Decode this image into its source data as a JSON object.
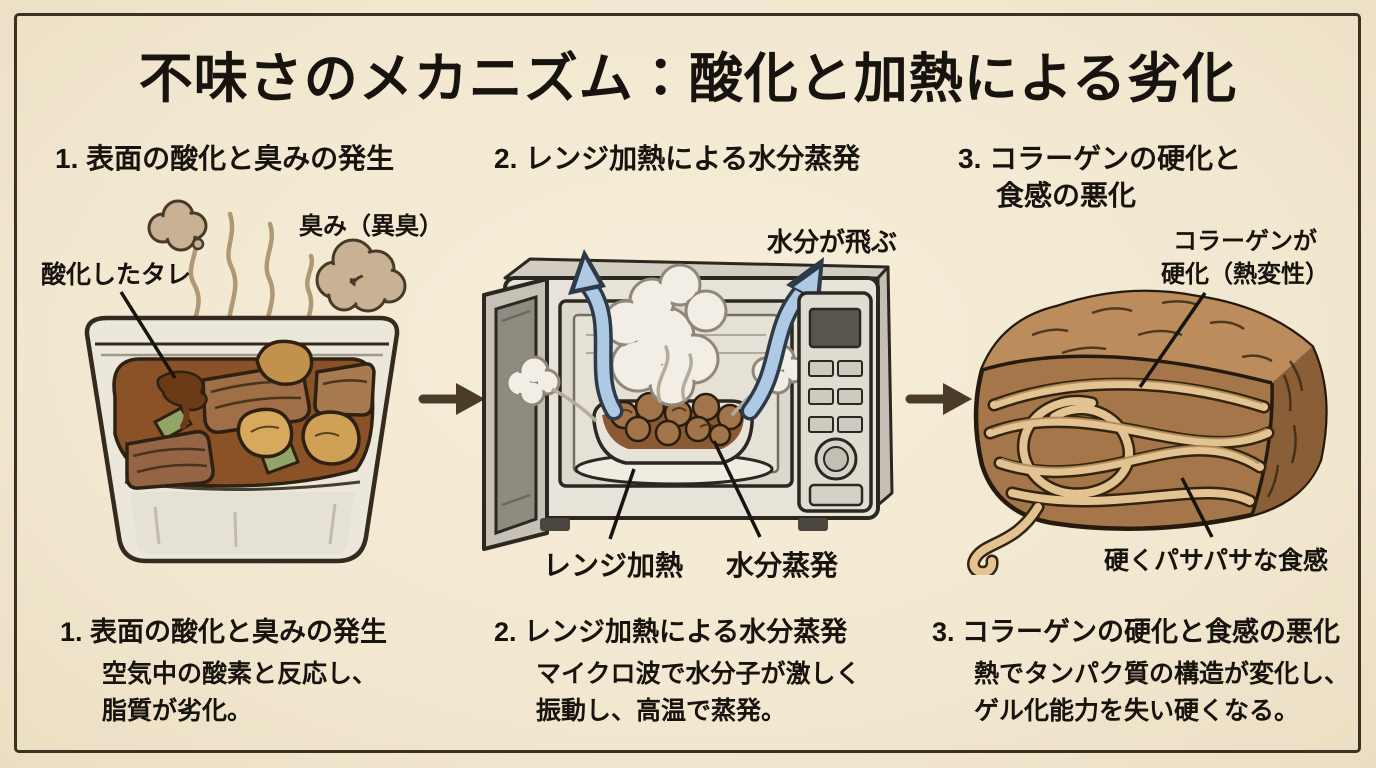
{
  "title": "不味さのメカニズム：酸化と加熱による劣化",
  "panels": [
    {
      "header": "1. 表面の酸化と臭みの発生",
      "labels": {
        "odor": "臭み（異臭）",
        "oxidized_sauce": "酸化したタレ"
      }
    },
    {
      "header": "2. レンジ加熱による水分蒸発",
      "labels": {
        "moisture_escapes": "水分が飛ぶ",
        "microwave_heating": "レンジ加熱",
        "moisture_evaporation": "水分蒸発"
      }
    },
    {
      "header_line1": "3. コラーゲンの硬化と",
      "header_line2": "食感の悪化",
      "labels": {
        "collagen_line1": "コラーゲンが",
        "collagen_line2": "硬化（熱変性）",
        "dry_texture": "硬くパサパサな食感"
      }
    }
  ],
  "summaries": [
    {
      "header": "1. 表面の酸化と臭みの発生",
      "body_line1": "空気中の酸素と反応し、",
      "body_line2": "脂質が劣化。"
    },
    {
      "header": "2. レンジ加熱による水分蒸発",
      "body_line1": "マイクロ波で水分子が激しく",
      "body_line2": "振動し、高温で蒸発。"
    },
    {
      "header": "3. コラーゲンの硬化と食感の悪化",
      "body_line1": "熱でタンパク質の構造が変化し、",
      "body_line2": "ゲル化能力を失い硬くなる。"
    }
  ],
  "colors": {
    "background": "#f3ead4",
    "frame_border": "#3b3022",
    "text": "#17130e",
    "steam_arrow_blue": "#adc9e3",
    "smoke_tan": "#c9b193",
    "sauce_brown": "#7c4a24",
    "meat_brown": "#9a6a44",
    "collagen_fiber": "#e3c391"
  }
}
